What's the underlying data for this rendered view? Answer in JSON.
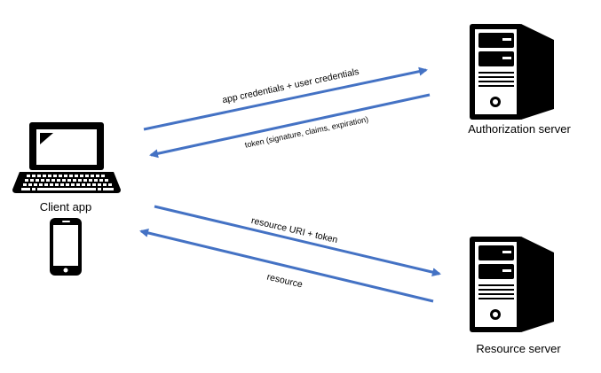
{
  "nodes": {
    "client": {
      "label": "Client app",
      "icons": [
        "laptop-icon",
        "smartphone-icon"
      ]
    },
    "authorization_server": {
      "label": "Authorization server",
      "icon": "server-tower-icon"
    },
    "resource_server": {
      "label": "Resource server",
      "icon": "server-tower-icon"
    }
  },
  "edges": [
    {
      "from": "client",
      "to": "authorization_server",
      "label": "app credentials + user credentials"
    },
    {
      "from": "authorization_server",
      "to": "client",
      "label": "token (signature, claims, expiration)"
    },
    {
      "from": "client",
      "to": "resource_server",
      "label": "resource URI + token"
    },
    {
      "from": "resource_server",
      "to": "client",
      "label": "resource"
    }
  ],
  "colors": {
    "arrow": "#4472c4",
    "icon": "#000000",
    "background": "#ffffff"
  }
}
